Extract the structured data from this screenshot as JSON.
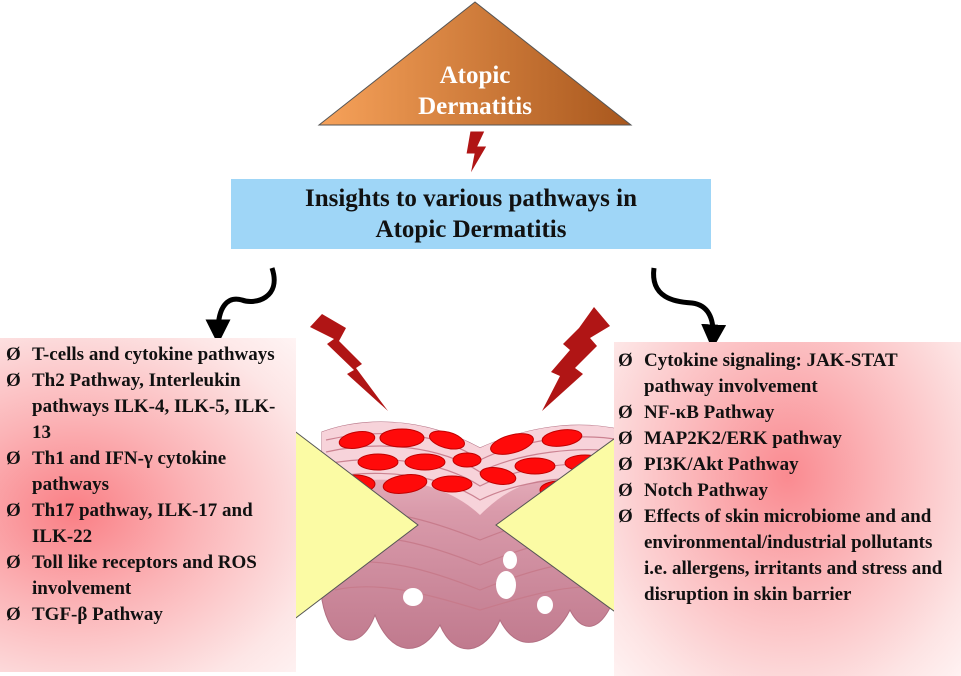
{
  "colors": {
    "triangle_light": "#f7a25a",
    "triangle_dark": "#a8571d",
    "banner": "#9fd6f7",
    "bolt": "#b01515",
    "panel_center": "#fa7f85",
    "funnel": "#fbfba4",
    "tissue": "#c98a9c",
    "cell": "#ff0a0a"
  },
  "icons": [
    "lightning-bolt-icon",
    "curved-arrow-icon"
  ],
  "triangle": {
    "line1": "Atopic",
    "line2": "Dermatitis"
  },
  "banner": {
    "line1": "Insights to various pathways in",
    "line2": "Atopic Dermatitis"
  },
  "bullet_glyph": "Ø",
  "left_items": [
    "T-cells and cytokine pathways",
    "Th2 Pathway, Interleukin pathways ILK-4, ILK-5, ILK-13",
    "Th1 and IFN-γ cytokine pathways",
    "Th17 pathway, ILK-17 and ILK-22",
    "Toll like receptors and ROS involvement",
    "TGF-β Pathway"
  ],
  "right_items": [
    "Cytokine signaling: JAK-STAT pathway involvement",
    "NF-κB Pathway",
    "MAP2K2/ERK pathway",
    "PI3K/Akt Pathway",
    "Notch Pathway",
    "Effects of skin microbiome and and environmental/industrial pollutants i.e. allergens, irritants and stress and disruption in skin barrier"
  ]
}
